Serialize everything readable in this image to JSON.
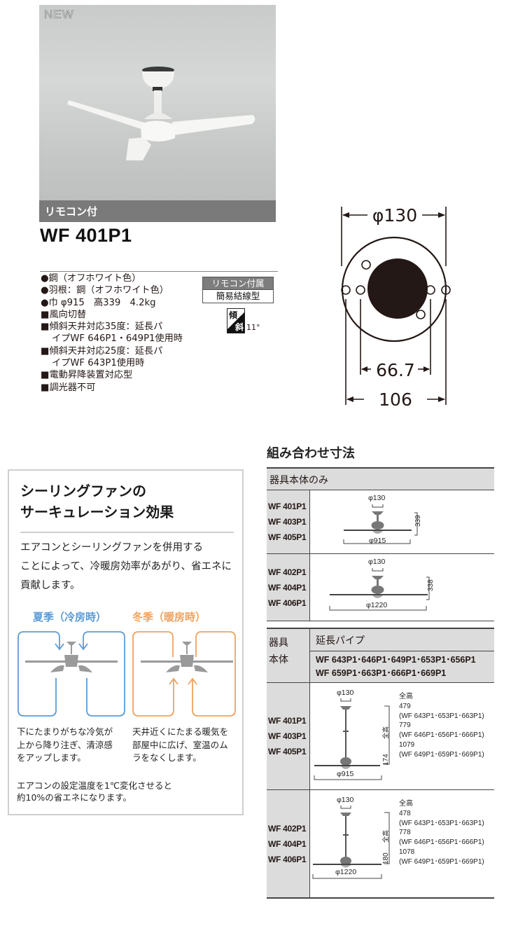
{
  "product": {
    "badge_new": "NEW",
    "photo_caption": "リモコン付",
    "model": "WF 401P1",
    "specs": [
      "●鋼（オフホワイト色）",
      "●羽根：鋼（オフホワイト色）",
      "●巾 φ915　高339　4.2kg",
      "■風向切替",
      "■傾斜天井対応35度：延長パ",
      "イプWF 646P1・649P1使用時",
      "■傾斜天井対応25度：延長パ",
      "イプWF 643P1使用時",
      "■電動昇降装置対応型",
      "■調光器不可"
    ],
    "remote_label": "リモコン付属",
    "wiring_label": "簡易結線型",
    "tilt_icon": {
      "char1": "傾",
      "char2": "斜",
      "angle": "11°"
    }
  },
  "top_view": {
    "outer_diameter": "φ130",
    "inner_span": "66.7",
    "outer_span": "106"
  },
  "circulation": {
    "title_line1": "シーリングファンの",
    "title_line2": "サーキュレーション効果",
    "intro_line1": "エアコンとシーリングファンを併用する",
    "intro_line2": "ことによって、冷暖房効率があがり、省エネに",
    "intro_line3": "貢献します。",
    "summer_label": "夏季（冷房時）",
    "winter_label": "冬季（暖房時）",
    "summer_color": "#5b9bd5",
    "winter_color": "#f0a25e",
    "summer_desc": [
      "下にたまりがちな冷気が",
      "上から降り注ぎ、清涼感",
      "をアップします。"
    ],
    "winter_desc": [
      "天井近くにたまる暖気を",
      "部屋中に広げ、室温のム",
      "ラをなくします。"
    ],
    "note_line1": "エアコンの設定温度を1℃変化させると",
    "note_line2": "約10%の省エネになります。"
  },
  "combination": {
    "title": "組み合わせ寸法",
    "body_only": {
      "header": "器具本体のみ",
      "rows": [
        {
          "models": [
            "WF 401P1",
            "WF 403P1",
            "WF 405P1"
          ],
          "canopy": "φ130",
          "height": "339",
          "span": "φ915"
        },
        {
          "models": [
            "WF 402P1",
            "WF 404P1",
            "WF 406P1"
          ],
          "canopy": "φ130",
          "height": "338",
          "span": "φ1220"
        }
      ]
    },
    "extension": {
      "left_header_1": "器具",
      "left_header_2": "本体",
      "right_header": "延長パイプ",
      "pipes_line1": "WF 643P1･646P1･649P1･653P1･656P1",
      "pipes_line2": "WF 659P1･663P1･666P1･669P1",
      "rows": [
        {
          "models": [
            "WF 401P1",
            "WF 403P1",
            "WF 405P1"
          ],
          "canopy": "φ130",
          "span": "φ915",
          "bottom": "174",
          "total_label": "全高",
          "heights": [
            "全高",
            "479",
            "(WF 643P1･653P1･663P1)",
            "779",
            "(WF 646P1･656P1･666P1)",
            "1079",
            "(WF 649P1･659P1･669P1)"
          ]
        },
        {
          "models": [
            "WF 402P1",
            "WF 404P1",
            "WF 406P1"
          ],
          "canopy": "φ130",
          "span": "φ1220",
          "bottom": "180",
          "total_label": "全高",
          "heights": [
            "全高",
            "478",
            "(WF 643P1･653P1･663P1)",
            "778",
            "(WF 646P1･656P1･666P1)",
            "1078",
            "(WF 649P1･659P1･669P1)"
          ]
        }
      ]
    }
  }
}
